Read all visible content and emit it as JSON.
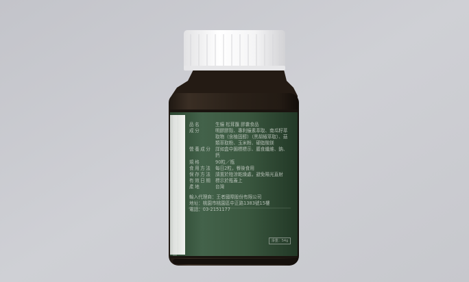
{
  "scene": {
    "subject": "amber supplement bottle with dark green label",
    "cap_color": "#f4f4f4",
    "bottle_color": "#2a2119",
    "label_color": "#3c5a3c",
    "background_color": "#c9cacf"
  },
  "label": {
    "specs": [
      {
        "key": "品名",
        "value": "生蠔 松茸蘸 膠囊食品"
      },
      {
        "key": "成分",
        "value": "明膠膠殼、專利蠔素萃取、南瓜籽萃取物（含植固醇）（黑胡椒萃取）、菇類萃取粉、玉米粉、硬脂酸鎂"
      },
      {
        "key": "營養成分",
        "value": "詳如盒中圖標標示、膳食纖維、鈉、鈣"
      },
      {
        "key": "規格",
        "value": "90粒／瓶"
      },
      {
        "key": "食用方法",
        "value": "每日2粒，餐後食用"
      },
      {
        "key": "保存方法",
        "value": "請置於陰涼乾燥處，避免陽光直射"
      },
      {
        "key": "有效日期",
        "value": "標示於瓶蓋上"
      },
      {
        "key": "產地",
        "value": "台灣"
      }
    ],
    "importer": [
      "輸入代理商：王者國際股份有限公司",
      "地址：桃園市桃園區中正路1383號15樓",
      "電話：03-2151177"
    ],
    "net_box": "淨重：54g"
  }
}
